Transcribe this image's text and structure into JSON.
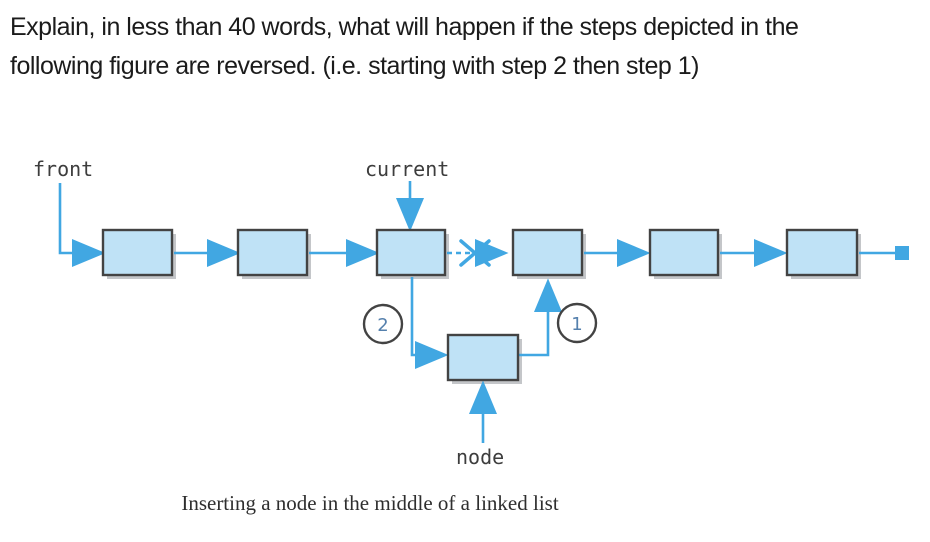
{
  "question": {
    "lines": [
      "Explain, in less than 40 words, what will happen if the steps depicted in the",
      "following figure are reversed. (i.e. starting with step 2 then step 1)"
    ]
  },
  "figure": {
    "labels": {
      "front": "front",
      "current": "current",
      "node": "node"
    },
    "step_badges": {
      "step1": "1",
      "step2": "2"
    },
    "caption": "Inserting a node in the middle of a linked list",
    "list_nodes_visible": 6,
    "colors": {
      "node_fill": "#bfe2f6",
      "node_border": "#434343",
      "pointer_arrow": "#41a7e2",
      "shadow": "#c4c6c9",
      "label_text": "#3d3d3d",
      "badge_number": "#5580ad",
      "caption_text": "#2e2e2e"
    }
  }
}
